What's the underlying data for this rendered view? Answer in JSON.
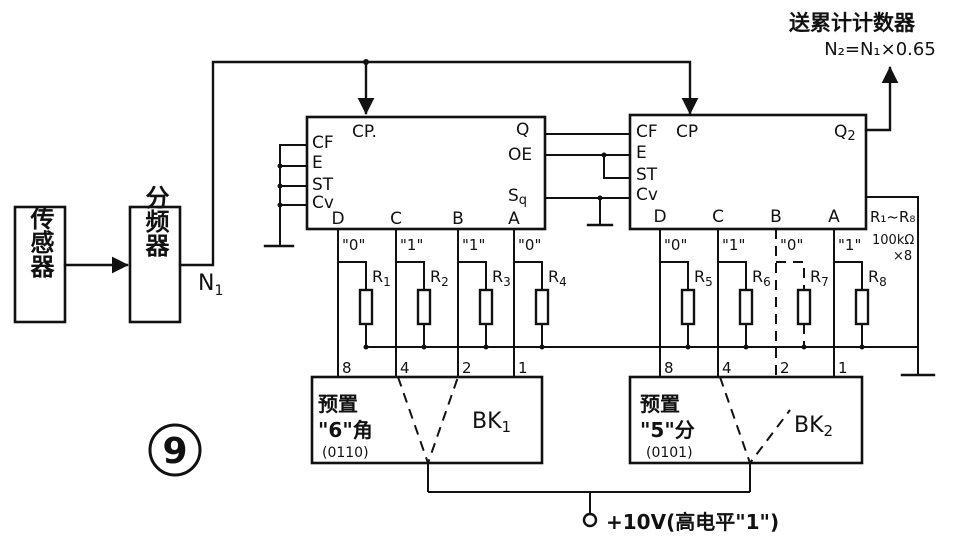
{
  "blocks": {
    "sensor": "传感器",
    "divider": "分频器",
    "divider_output": "N",
    "divider_output_sub": "1"
  },
  "counter1": {
    "left_pins": [
      "CF",
      "E",
      "ST",
      "Cv"
    ],
    "clock_pin": "CP.",
    "right_pins": [
      "Q",
      "OE",
      "S"
    ],
    "right_pin_sub": "q",
    "data_pins": [
      "D",
      "C",
      "B",
      "A"
    ],
    "preset_levels": [
      "\"0\"",
      "\"1\"",
      "\"1\"",
      "\"0\""
    ],
    "resistors": [
      {
        "letter": "R",
        "sub": "1"
      },
      {
        "letter": "R",
        "sub": "2"
      },
      {
        "letter": "R",
        "sub": "3"
      },
      {
        "letter": "R",
        "sub": "4"
      }
    ],
    "weights": [
      "8",
      "4",
      "2",
      "1"
    ]
  },
  "counter2": {
    "left_pins": [
      "CF",
      "E",
      "ST",
      "Cv"
    ],
    "clock_pin": "CP",
    "output_pin": "Q",
    "output_pin_sub": "2",
    "data_pins": [
      "D",
      "C",
      "B",
      "A"
    ],
    "preset_levels": [
      "\"0\"",
      "\"1\"",
      "\"0\"",
      "\"1\""
    ],
    "resistors": [
      {
        "letter": "R",
        "sub": "5"
      },
      {
        "letter": "R",
        "sub": "6"
      },
      {
        "letter": "R",
        "sub": "7"
      },
      {
        "letter": "R",
        "sub": "8"
      }
    ],
    "weights": [
      "8",
      "4",
      "2",
      "1"
    ]
  },
  "switch1": {
    "title_line1": "预置",
    "title_line2": "\"6\"角",
    "code": "(0110)",
    "name": "BK",
    "name_sub": "1"
  },
  "switch2": {
    "title_line1": "预置",
    "title_line2": "\"5\"分",
    "code": "(0101)",
    "name": "BK",
    "name_sub": "2"
  },
  "resistor_note": {
    "range": "R₁~R₈",
    "value": "100kΩ",
    "count": "×8"
  },
  "output_note": {
    "line1": "送累计计数器",
    "line2": "N₂=N₁×0.65"
  },
  "supply": "+10V(高电平\"1\")",
  "figure_number": "9"
}
